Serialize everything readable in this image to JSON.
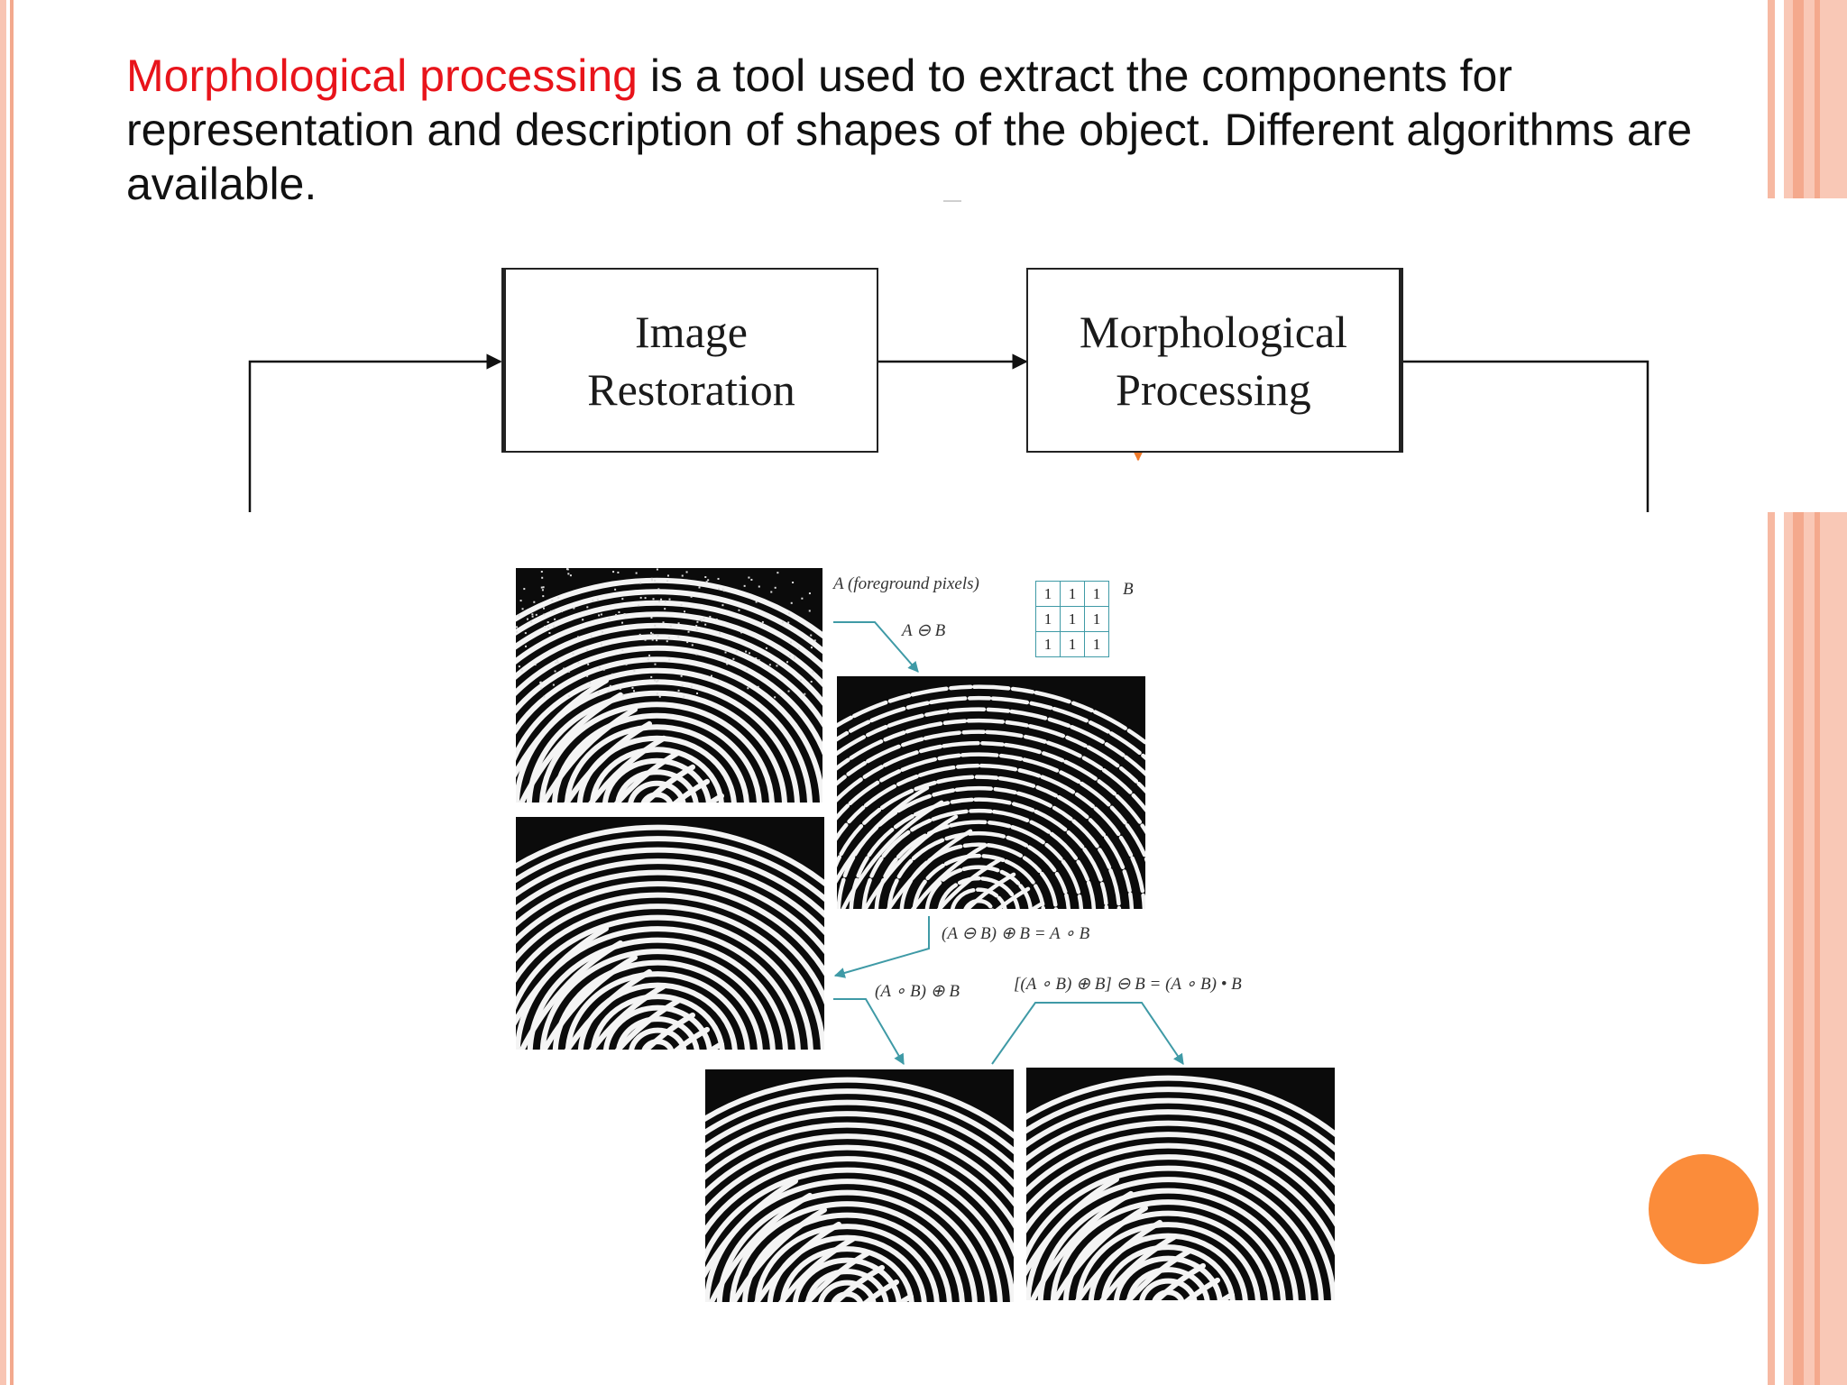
{
  "intro": {
    "highlight": "Morphological processing",
    "rest": " is a tool used to extract the components for representation and description of shapes of the object. Different algorithms are available."
  },
  "flow": {
    "box1": [
      "Image",
      "Restoration"
    ],
    "box2": [
      "Morphological",
      "Processing"
    ]
  },
  "figure": {
    "label_a": "A (foreground pixels)",
    "label_erosion": "A ⊖ B",
    "label_b": "B",
    "se_grid": [
      [
        "1",
        "1",
        "1"
      ],
      [
        "1",
        "1",
        "1"
      ],
      [
        "1",
        "1",
        "1"
      ]
    ],
    "label_opening": "(A ⊖ B) ⊕ B = A ∘ B",
    "label_dilate_opening": "(A ∘ B) ⊕ B",
    "label_closing": "[(A ∘ B) ⊕ B] ⊖ B = (A ∘ B) • B"
  },
  "colors": {
    "highlight": "#e8141b",
    "accent_orange": "#fb8c3a",
    "stripe_salmon": "#f7b9a2",
    "diagram_teal": "#3f9aa6"
  }
}
